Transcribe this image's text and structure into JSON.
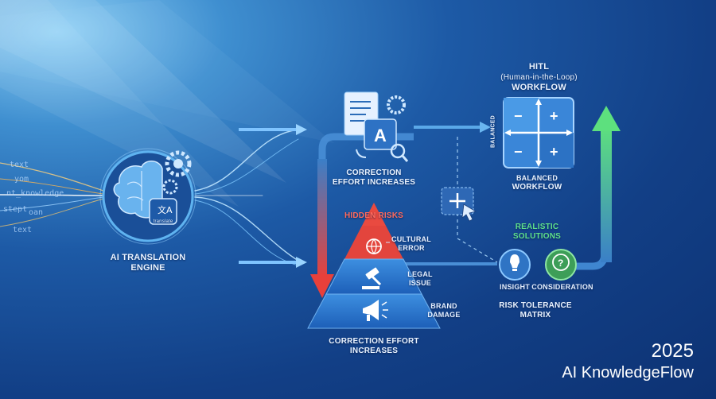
{
  "snippets": [
    "text",
    "yom",
    "nt_knowledge",
    "stept",
    "oan",
    "text"
  ],
  "engine": {
    "label_line1": "AI TRANSLATION",
    "label_line2": "ENGINE",
    "badge_text": "translate"
  },
  "top_node": {
    "label_line1": "CORRECTION",
    "label_line2": "EFFORT INCREASES"
  },
  "hidden_risks": {
    "title": "HIDDEN RISKS",
    "items": [
      "CULTURAL\nERROR",
      "LEGAL\nISSUE",
      "BRAND\nDAMAGE"
    ],
    "bottom_line1": "CORRECTION EFFORT",
    "bottom_line2": "INCREASES"
  },
  "hitl": {
    "line1": "HITL",
    "line2": "(Human-in-the-Loop)",
    "line3": "WORKFLOW",
    "side_label": "BALANCED",
    "bottom_line1": "BALANCED",
    "bottom_line2": "WORKFLOW"
  },
  "solutions": {
    "title_line1": "REALISTIC",
    "title_line2": "SOLUTIONS",
    "insight": "INSIGHT",
    "consideration": "CONSIDERATION",
    "matrix_line1": "RISK TOLERANCE",
    "matrix_line2": "MATRIX"
  },
  "footer": {
    "year": "2025",
    "brand": "AI KnowledgeFlow"
  },
  "colors": {
    "risk_red": "#e0443e",
    "solution_green": "#4cd07a",
    "flow_blue": "#5aa8e8"
  }
}
